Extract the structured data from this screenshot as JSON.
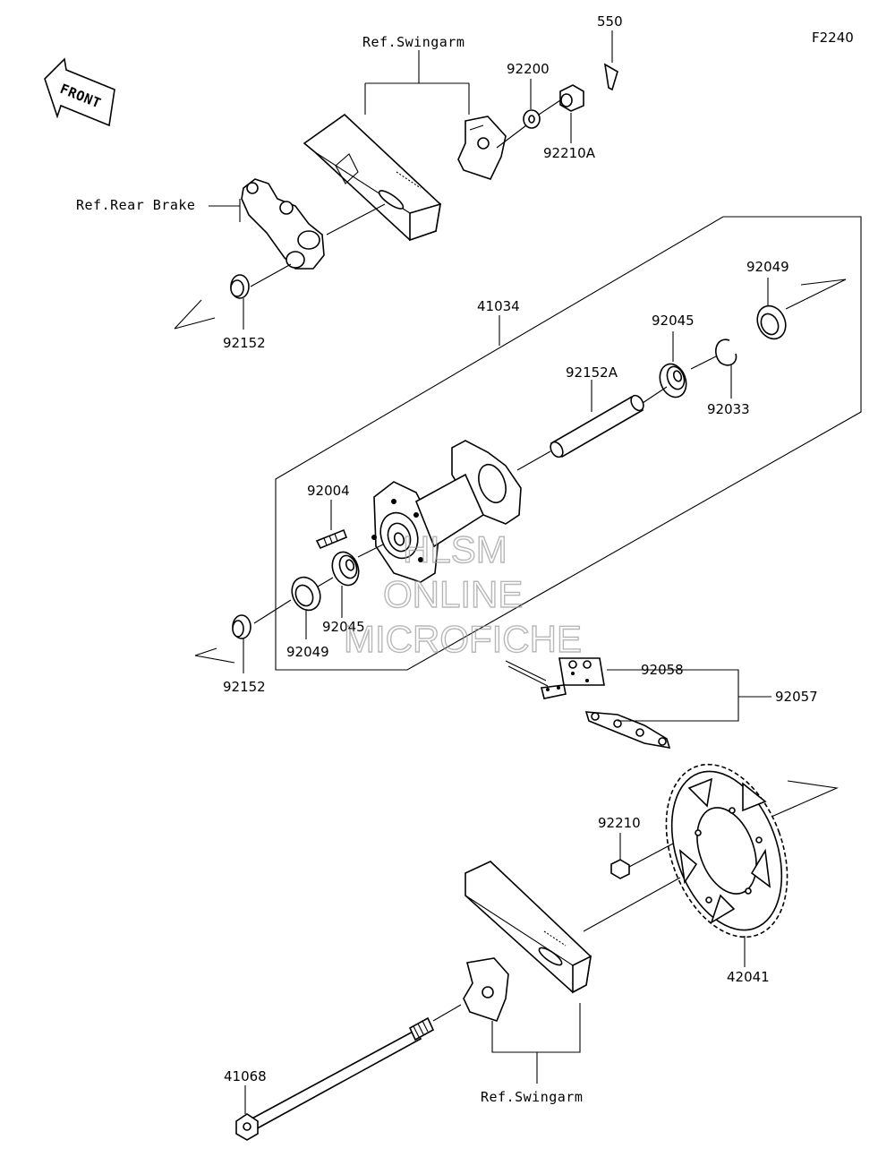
{
  "figure_code": "F2240",
  "front_label": "FRONT",
  "watermark": {
    "line1": "HLSM",
    "line2": "ONLINE",
    "line3": "MICROFICHE"
  },
  "refs": {
    "swingarm_top": "Ref.Swingarm",
    "rear_brake": "Ref.Rear Brake",
    "swingarm_bottom": "Ref.Swingarm"
  },
  "parts": {
    "p550": "550",
    "p92200": "92200",
    "p92210A": "92210A",
    "p92049_top": "92049",
    "p92045_top": "92045",
    "p92033": "92033",
    "p92152A": "92152A",
    "p41034": "41034",
    "p92152_top": "92152",
    "p92004": "92004",
    "p92045_bottom": "92045",
    "p92049_bottom": "92049",
    "p92152_bottom": "92152",
    "p92058": "92058",
    "p92057": "92057",
    "p92210": "92210",
    "p42041": "42041",
    "p41068": "41068"
  }
}
